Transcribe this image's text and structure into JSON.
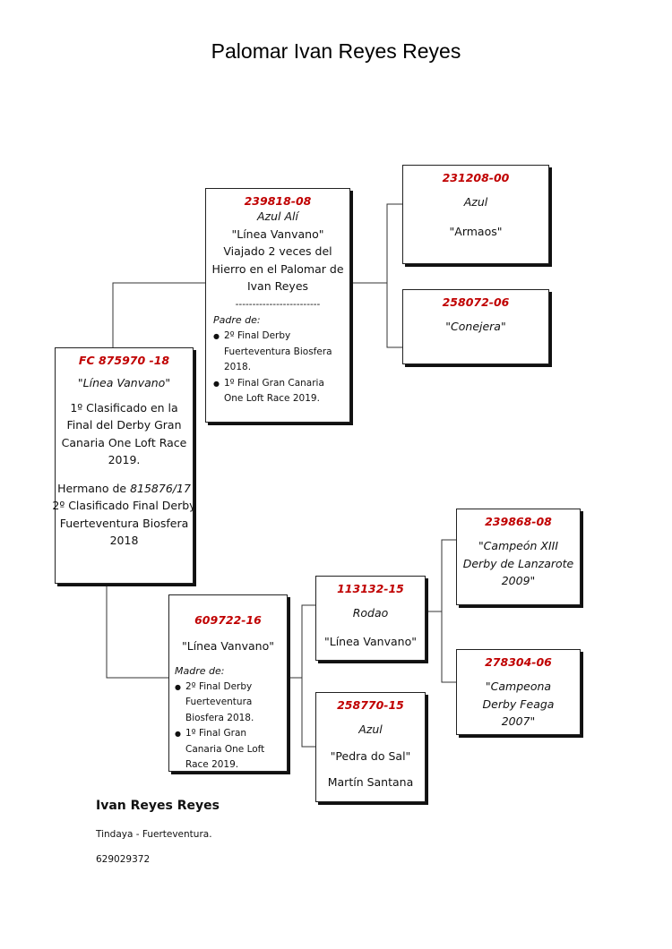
{
  "title": "Palomar Ivan Reyes Reyes",
  "main": {
    "id": "FC 875970 -18",
    "line": "\"Línea Vanvano\"",
    "achievement": [
      "1º Clasificado en la",
      "Final del Derby Gran",
      "Canaria One Loft Race",
      "2019."
    ],
    "brother_prefix": "Hermano de ",
    "brother_id": "815876/17",
    "brother_achievement": [
      "2º Clasificado Final Derby",
      "Fuerteventura Biosfera",
      "2018"
    ]
  },
  "father": {
    "id": "239818-08",
    "name": "Azul Alí",
    "line": "\"Línea Vanvano\"",
    "desc": [
      "Viajado 2 veces del",
      "Hierro en el Palomar de",
      "Ivan Reyes"
    ],
    "separator": "-------------------------",
    "note_label": "Padre de:",
    "bullets": [
      "2º Final Derby Fuerteventura Biosfera 2018.",
      "1º Final Gran Canaria One Loft Race 2019."
    ]
  },
  "ff": {
    "id": "231208-00",
    "color": "Azul",
    "name": "\"Armaos\""
  },
  "fm": {
    "id": "258072-06",
    "name": "\"Conejera\""
  },
  "mother": {
    "id": "609722-16",
    "line": "\"Línea Vanvano\"",
    "note_label": "Madre de:",
    "bullets": [
      "2º Final Derby Fuerteventura Biosfera 2018.",
      "1º Final Gran Canaria One Loft Race 2019."
    ]
  },
  "mf": {
    "id": "113132-15",
    "name": "Rodao",
    "line": "\"Línea Vanvano\""
  },
  "mm": {
    "id": "258770-15",
    "color": "Azul",
    "name": "\"Pedra do Sal\"",
    "breeder": "Martín Santana"
  },
  "mff": {
    "id": "239868-08",
    "desc": "\"Campeón XIII Derby de Lanzarote 2009\""
  },
  "mfm": {
    "id": "278304-06",
    "desc": "\"Campeona Derby Feaga 2007\""
  },
  "footer": {
    "name": "Ivan Reyes Reyes",
    "location": "Tindaya - Fuerteventura.",
    "phone": "629029372"
  }
}
